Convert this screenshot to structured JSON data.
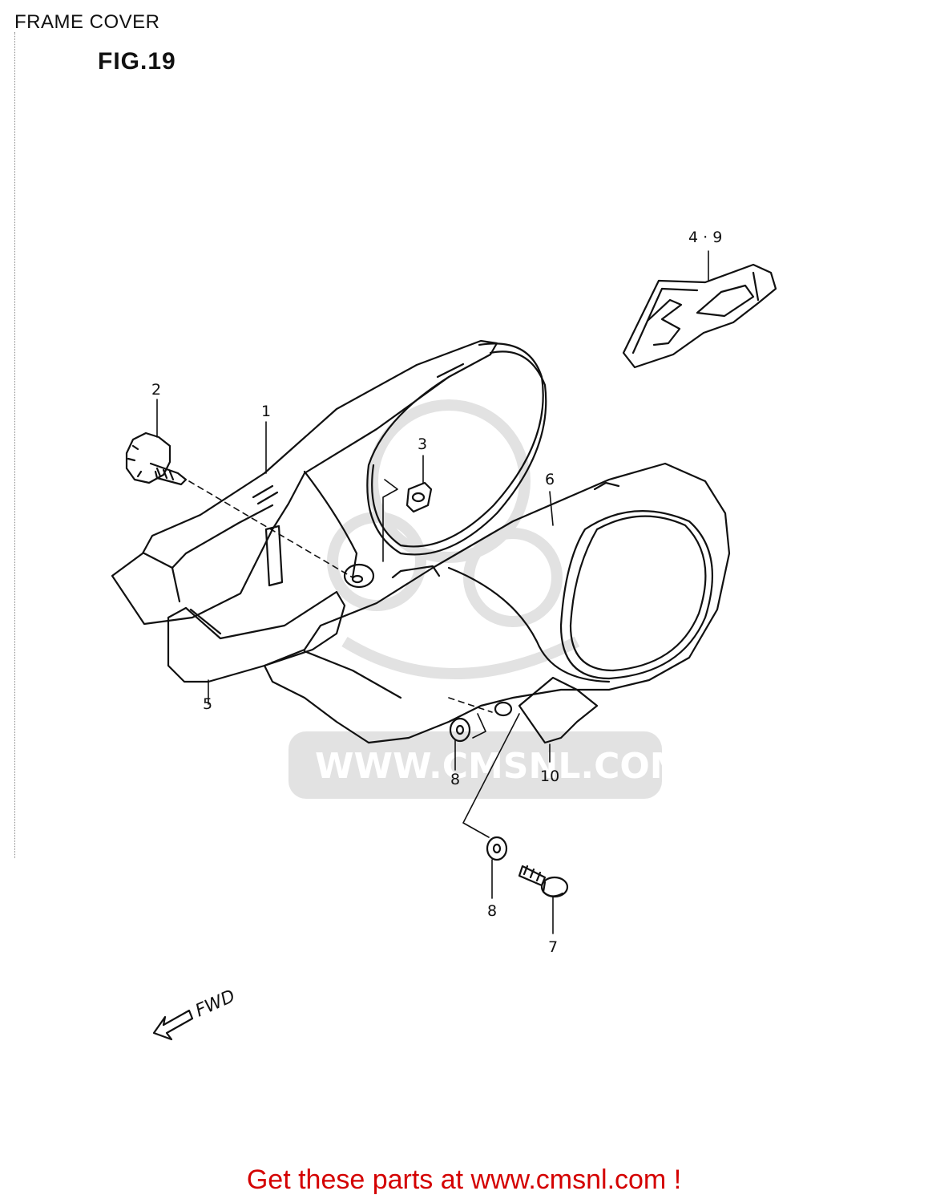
{
  "header": {
    "title": "FRAME COVER",
    "figure": "FIG.19"
  },
  "callouts": {
    "c1": "1",
    "c2": "2",
    "c3": "3",
    "c49": "4 · 9",
    "c5": "5",
    "c6": "6",
    "c7": "7",
    "c8a": "8",
    "c8b": "8",
    "c10": "10"
  },
  "direction": {
    "label": "FWD"
  },
  "watermark": {
    "text": "WWW.CMSNL.COM"
  },
  "footer": {
    "text": "Get these parts at www.cmsnl.com !",
    "color": "#d40000"
  },
  "colors": {
    "line": "#111111",
    "watermark": "#e2e2e2"
  }
}
